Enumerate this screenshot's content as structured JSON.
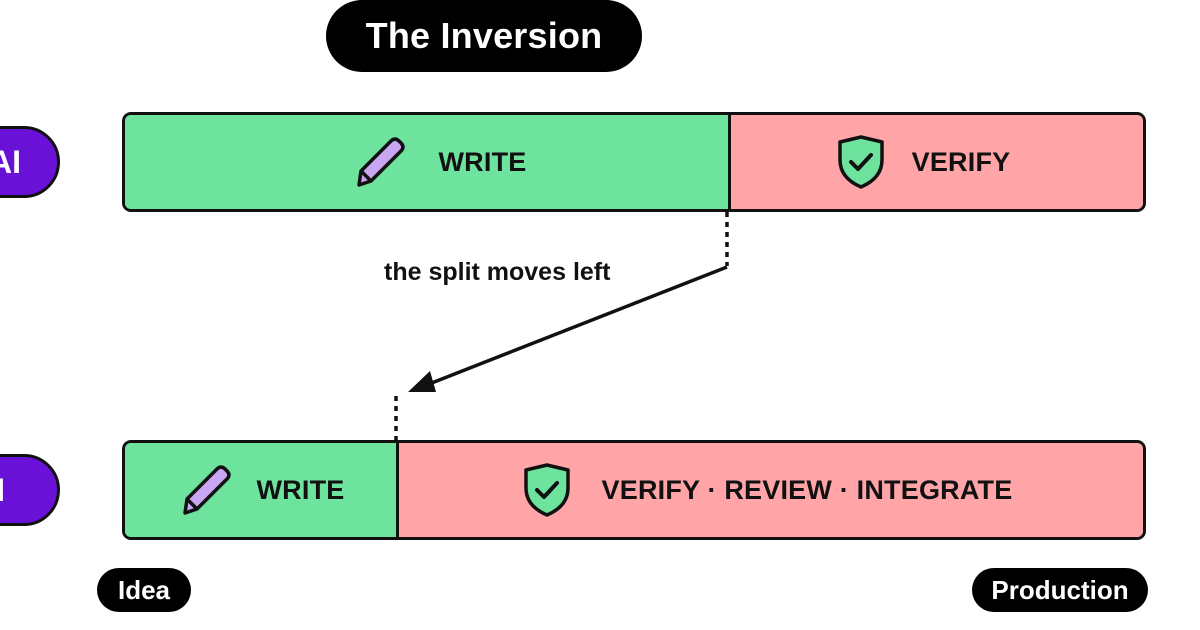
{
  "title": "The Inversion",
  "rows": {
    "top": {
      "badge_label": "AI",
      "write_label": "WRITE",
      "verify_label": "VERIFY"
    },
    "bottom": {
      "badge_label": "I",
      "write_label": "WRITE",
      "verify_label": "VERIFY · REVIEW · INTEGRATE"
    }
  },
  "annotation": "the split moves left",
  "axis": {
    "start_label": "Idea",
    "end_label": "Production"
  },
  "colors": {
    "write": "#6ee39e",
    "verify": "#ffa5a8",
    "badge": "#6a11d8",
    "pencil": "#c9a6f2",
    "pill": "#000000"
  },
  "icons": {
    "write": "pencil-icon",
    "verify": "shield-check-icon"
  }
}
